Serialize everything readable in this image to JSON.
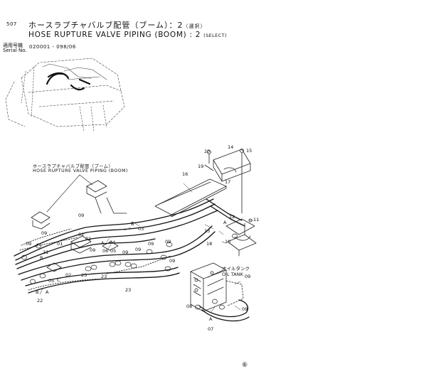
{
  "header": {
    "page_number": "507",
    "title_jp": "ホースラプチャバルブ配管（ブーム）：2",
    "title_jp_note": "（選択）",
    "title_en": "HOSE RUPTURE VALVE PIPING (BOOM) : 2",
    "title_en_note": "(SELECT)",
    "serial_label_jp": "適用号機",
    "serial_label_en": "Serial No.",
    "serial_range": "020001 - 098/06"
  },
  "callout": {
    "label_jp": "ホースラプチャバルブ配管（ブーム）",
    "label_en": "HOSE RUPTURE VALVE PIPING (BOOM)"
  },
  "oil_tank": {
    "label_jp": "オイルタンク",
    "label_en": "OIL TANK"
  },
  "part_numbers": [
    "14",
    "15",
    "20",
    "19",
    "16",
    "17",
    "12",
    "11",
    "13",
    "18",
    "10",
    "09",
    "03",
    "02",
    "01",
    "04",
    "05",
    "06",
    "07",
    "08",
    "21",
    "22",
    "23",
    "A",
    "B",
    "C"
  ],
  "footer": {
    "mark": "⑥"
  }
}
